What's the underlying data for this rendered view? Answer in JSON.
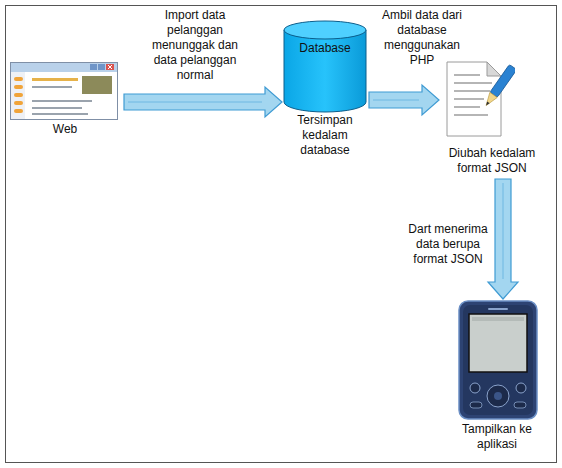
{
  "diagram": {
    "nodes": [
      {
        "text": [
          "Web"
        ]
      },
      {
        "text": [
          "Database",
          "Tersimpan kedalam database"
        ]
      },
      {
        "text": [
          "Diubah kedalam format JSON"
        ]
      },
      {
        "text": [
          "Tampilkan ke aplikasi"
        ]
      }
    ],
    "edges": [
      {
        "from": 0,
        "to": 1,
        "arrow": "to",
        "label": "Import data pelanggan menunggak dan data pelanggan normal"
      },
      {
        "from": 1,
        "to": 2,
        "arrow": "to",
        "label": "Ambil data dari database menggunakan PHP"
      },
      {
        "from": 2,
        "to": 3,
        "arrow": "to",
        "label": "Dart menerima data berupa format JSON"
      }
    ]
  }
}
